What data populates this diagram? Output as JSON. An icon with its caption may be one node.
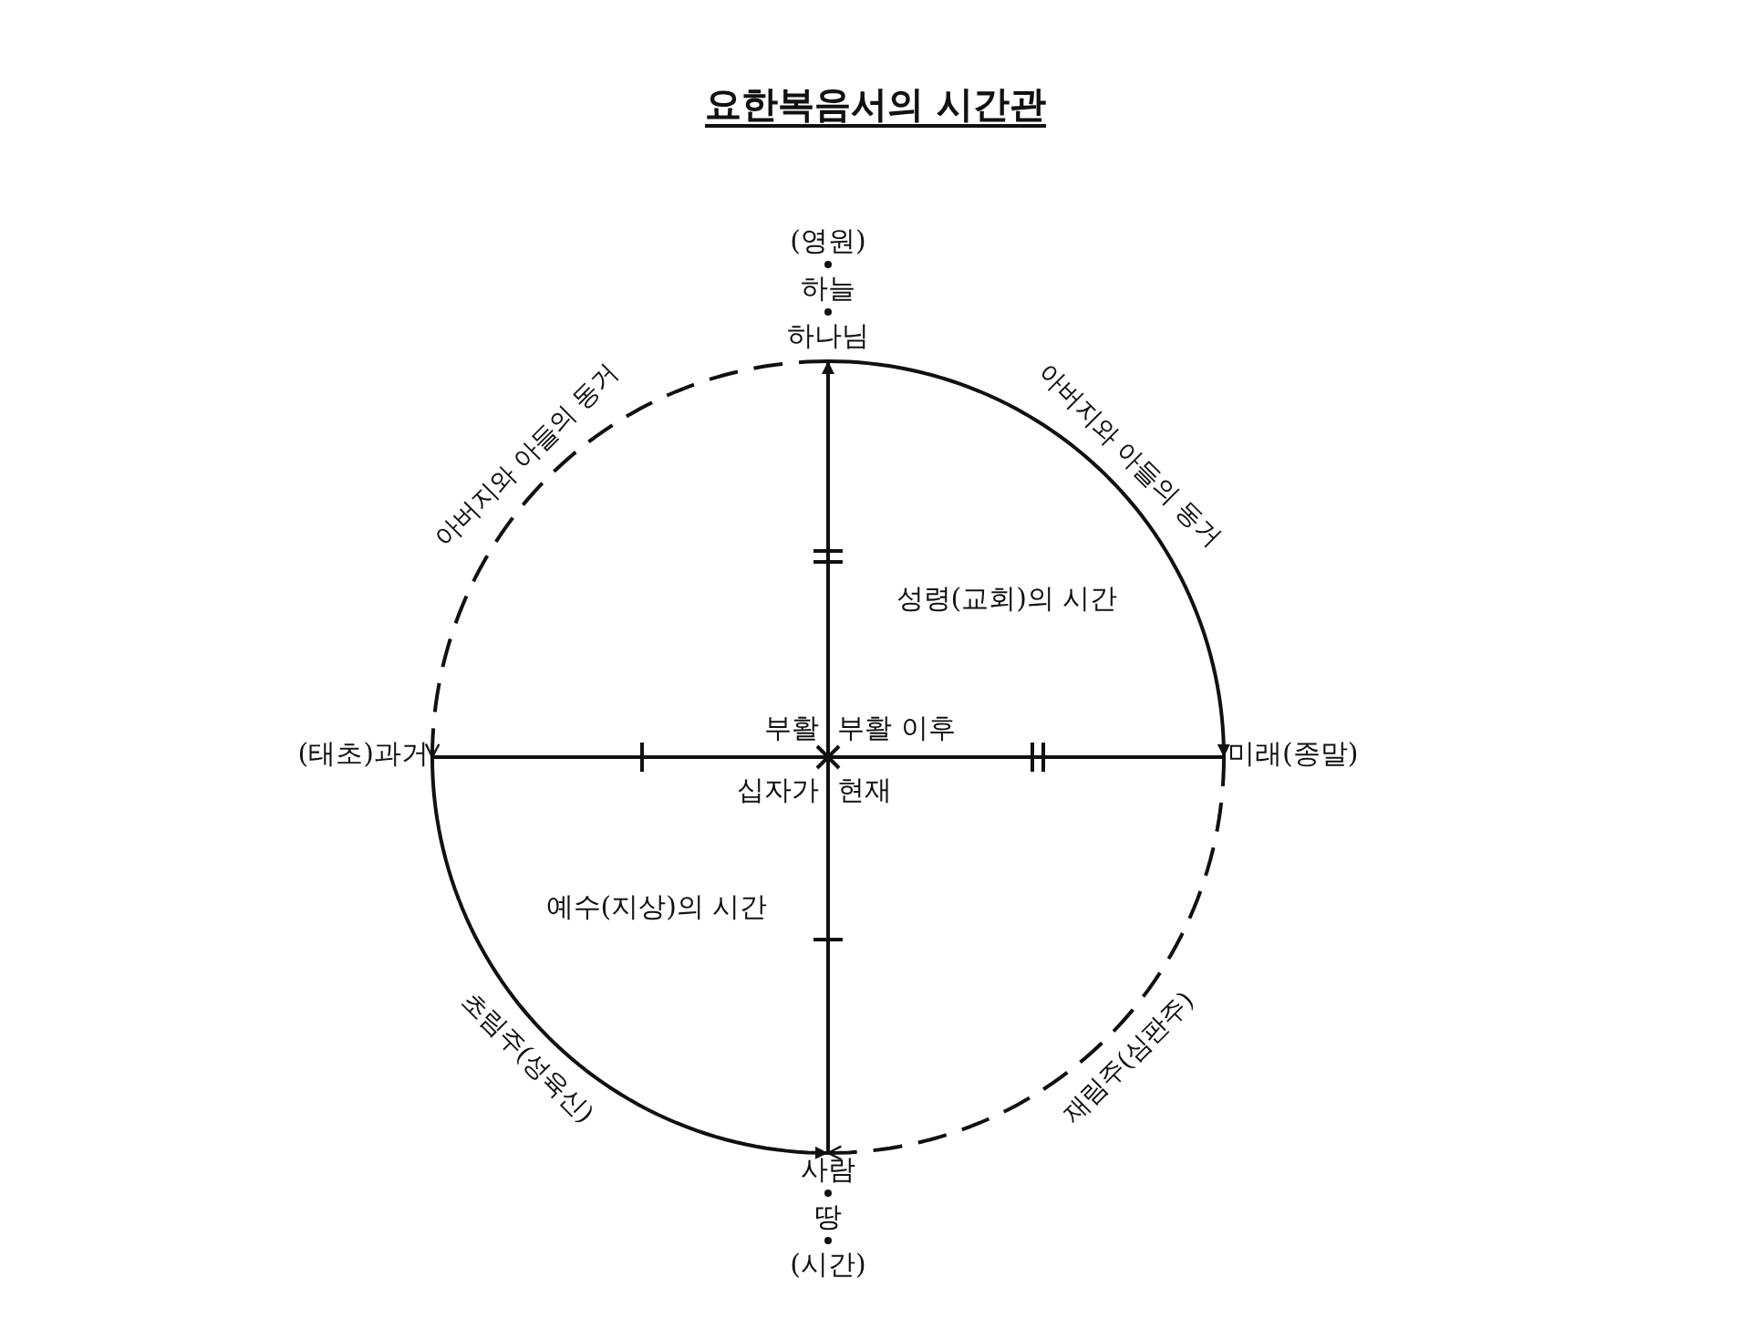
{
  "diagram": {
    "title": "요한복음서의 시간관",
    "nodes": [
      {
        "text": [
          "(영원)",
          "하늘",
          "하나님"
        ]
      },
      {
        "text": [
          "미래(종말)"
        ]
      },
      {
        "text": [
          "사람",
          "땅",
          "(시간)"
        ]
      },
      {
        "text": [
          "(태초)과거"
        ]
      }
    ],
    "edges": [
      {
        "from": 0,
        "to": 1,
        "arrow": "to",
        "label": "아버지와 아들의 동거"
      },
      {
        "from": 1,
        "to": 2,
        "arrow": "to",
        "label": "재림주(심판주)",
        "style": "dashed"
      },
      {
        "from": 3,
        "to": 2,
        "arrow": "to",
        "label": "초림주(성육신)"
      },
      {
        "from": 0,
        "to": 3,
        "arrow": "to",
        "label": "아버지와 아들의 동거",
        "style": "dashed"
      },
      {
        "from": 2,
        "to": 0,
        "arrow": "to"
      },
      {
        "from": 3,
        "to": 1,
        "arrow": "none"
      }
    ],
    "labels": [
      "성령(교회)의 시간",
      "부활",
      "부활 이후",
      "십자가",
      "현재",
      "예수(지상)의 시간"
    ]
  }
}
